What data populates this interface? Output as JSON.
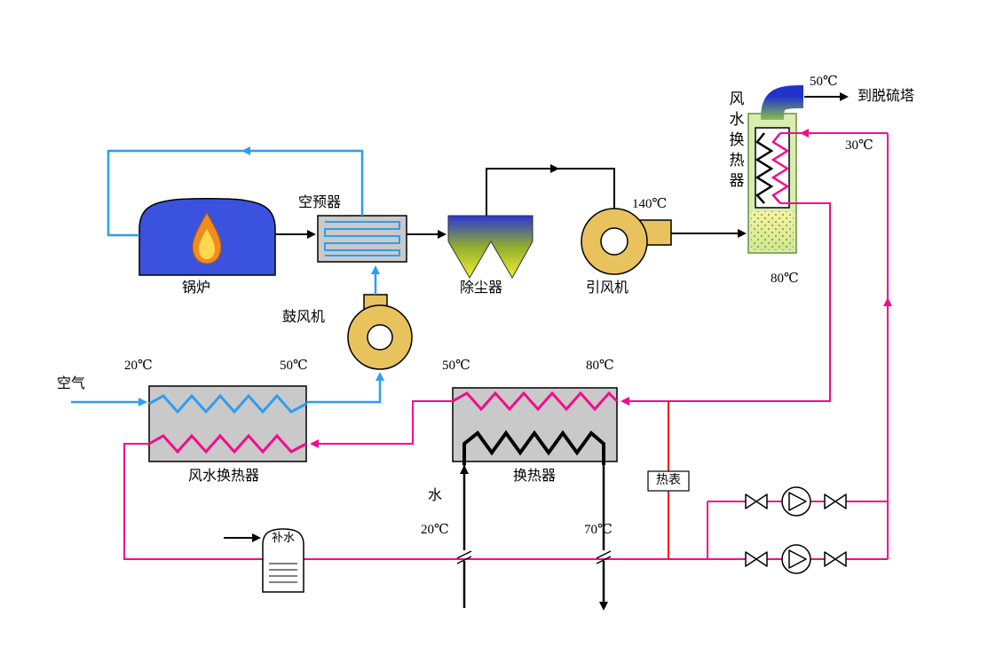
{
  "diagram": {
    "components": {
      "air_inlet": "空气",
      "boiler": "锅炉",
      "air_preheater": "空预器",
      "blower": "鼓风机",
      "dust_collector": "除尘器",
      "induced_draft_fan": "引风机",
      "flue_gas_heat_exchanger": "风水换热器",
      "air_water_heat_exchanger": "风水换热器",
      "water_heat_exchanger": "换热器",
      "heat_meter": "热表",
      "makeup_water": "补水",
      "water_supply": "水",
      "to_desulfurization_tower": "到脱硫塔"
    },
    "temperatures": {
      "air_in": "20℃",
      "air_out": "50℃",
      "hx_mid_in": "50℃",
      "hx_mid_out": "80℃",
      "flue_gas": "140℃",
      "stack_out": "50℃",
      "water_supply_top": "30℃",
      "water_return": "80℃",
      "water_cold_in": "20℃",
      "water_hot_out": "70℃"
    },
    "colors": {
      "air_line": "#2E9DF0",
      "water_line": "#F40B8E",
      "flue_line": "#000000",
      "meter_line": "#FF0000",
      "fan_fill": "#E8C25C",
      "boiler_fill": "#3A52DD",
      "exchanger_fill": "#C9C9C9",
      "flue_hx_fill": "#D9EDB2"
    }
  }
}
